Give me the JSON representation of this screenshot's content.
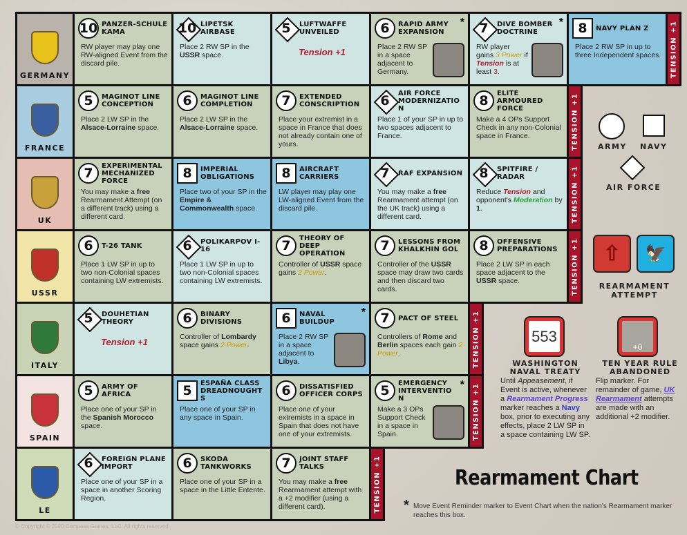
{
  "tension_label": "Tension +1",
  "rows": [
    {
      "country": "GERMANY",
      "bg": "#b9b3ab",
      "emblem": "#e8c21a",
      "cards": [
        {
          "num": "10",
          "shape": "circle",
          "type": "army",
          "title": "Panzer-schule Kama",
          "body": [
            {
              "t": "RW player may play one RW-aligned Event from the discard pile."
            }
          ]
        },
        {
          "num": "10",
          "shape": "diamond",
          "type": "air",
          "title": "Lipetsk Airbase",
          "body": [
            {
              "t": "Place 2 RW SP in the "
            },
            {
              "t": "USSR",
              "s": "b"
            },
            {
              "t": " space."
            }
          ]
        },
        {
          "num": "5",
          "shape": "diamond",
          "type": "air",
          "title": "Luftwaffe Unveiled",
          "center": true,
          "body": [
            {
              "t": "Tension +1",
              "s": "t"
            }
          ]
        },
        {
          "num": "6",
          "shape": "circle",
          "type": "army",
          "title": "Rapid Army Expansion",
          "star": "*",
          "img": true,
          "body": [
            {
              "t": "Place 2 RW SP in a space adjacent to Germany."
            }
          ]
        },
        {
          "num": "7",
          "shape": "diamond",
          "type": "air",
          "title": "Dive Bomber Doctrine",
          "star": "*",
          "img": true,
          "body": [
            {
              "t": "RW player gains "
            },
            {
              "t": "3 Power",
              "s": "p"
            },
            {
              "t": " if "
            },
            {
              "t": "Tension",
              "s": "t"
            },
            {
              "t": " is at least "
            },
            {
              "t": "3",
              "s": "r"
            },
            {
              "t": "."
            }
          ]
        },
        {
          "num": "8",
          "shape": "square",
          "type": "navy",
          "title": "Navy Plan Z",
          "body": [
            {
              "t": "Place 2 RW SP in up to three Independent spaces."
            }
          ]
        }
      ]
    },
    {
      "country": "FRANCE",
      "bg": "#a9cde0",
      "emblem": "#3a5fa0",
      "cards": [
        {
          "num": "5",
          "shape": "circle",
          "type": "army",
          "title": "Maginot Line Conception",
          "body": [
            {
              "t": "Place 2 LW SP in the "
            },
            {
              "t": "Alsace-Lorraine",
              "s": "b"
            },
            {
              "t": " space."
            }
          ]
        },
        {
          "num": "6",
          "shape": "circle",
          "type": "army",
          "title": "Maginot Line Completion",
          "body": [
            {
              "t": "Place 2 LW SP in the "
            },
            {
              "t": "Alsace-Lorraine",
              "s": "b"
            },
            {
              "t": " space."
            }
          ]
        },
        {
          "num": "7",
          "shape": "circle",
          "type": "army",
          "title": "Extended Conscription",
          "body": [
            {
              "t": "Place your extremist in a space in France that does not already contain one of yours."
            }
          ]
        },
        {
          "num": "6",
          "shape": "diamond",
          "type": "air",
          "title": "Air Force Modernization",
          "body": [
            {
              "t": "Place 1 of your SP in up to two spaces adjacent to France."
            }
          ]
        },
        {
          "num": "8",
          "shape": "circle",
          "type": "army",
          "title": "Elite Armoured Force",
          "body": [
            {
              "t": "Make a 4 OPs Support Check in any non-Colonial space in France."
            }
          ]
        }
      ]
    },
    {
      "country": "UK",
      "bg": "#e6bdb3",
      "emblem": "#c9a13a",
      "cards": [
        {
          "num": "7",
          "shape": "circle",
          "type": "army",
          "title": "Experimental Mechanized Force",
          "body": [
            {
              "t": "You may make a "
            },
            {
              "t": "free",
              "s": "b"
            },
            {
              "t": " Rearmament Attempt (on a different track) using a different card."
            }
          ]
        },
        {
          "num": "8",
          "shape": "square",
          "type": "navy",
          "title": "Imperial Obligations",
          "body": [
            {
              "t": "Place two of your SP in the "
            },
            {
              "t": "Empire & Commonwealth",
              "s": "b"
            },
            {
              "t": " space."
            }
          ]
        },
        {
          "num": "8",
          "shape": "square",
          "type": "navy",
          "title": "Aircraft Carriers",
          "body": [
            {
              "t": "LW player may play one LW-aligned Event from the discard pile."
            }
          ]
        },
        {
          "num": "7",
          "shape": "diamond",
          "type": "air",
          "title": "RAF Expansion",
          "body": [
            {
              "t": "You may make a "
            },
            {
              "t": "free",
              "s": "b"
            },
            {
              "t": " Rearmament attempt (on the UK track) using a different card."
            }
          ]
        },
        {
          "num": "8",
          "shape": "diamond",
          "type": "air",
          "title": "Spitfire / Radar",
          "body": [
            {
              "t": "Reduce "
            },
            {
              "t": "Tension",
              "s": "t"
            },
            {
              "t": " and opponent's "
            },
            {
              "t": "Moderation",
              "s": "m"
            },
            {
              "t": " by "
            },
            {
              "t": "1",
              "s": "b"
            },
            {
              "t": "."
            }
          ]
        }
      ]
    },
    {
      "country": "USSR",
      "bg": "#f0e5a6",
      "emblem": "#c0302a",
      "cards": [
        {
          "num": "6",
          "shape": "circle",
          "type": "army",
          "title": "T-26 Tank",
          "body": [
            {
              "t": "Place 1 LW SP in up to two non-Colonial spaces containing LW extremists."
            }
          ]
        },
        {
          "num": "6",
          "shape": "diamond",
          "type": "air",
          "title": "Polikarpov I-16",
          "body": [
            {
              "t": "Place 1 LW SP in up to two non-Colonial spaces containing LW extremists."
            }
          ]
        },
        {
          "num": "7",
          "shape": "circle",
          "type": "army",
          "title": "Theory of Deep Operation",
          "body": [
            {
              "t": "Controller of "
            },
            {
              "t": "USSR",
              "s": "b"
            },
            {
              "t": " space gains "
            },
            {
              "t": "2 Power",
              "s": "p"
            },
            {
              "t": "."
            }
          ]
        },
        {
          "num": "7",
          "shape": "circle",
          "type": "army",
          "title": "Lessons from Khalkhin Gol",
          "body": [
            {
              "t": "Controller of the "
            },
            {
              "t": "USSR",
              "s": "b"
            },
            {
              "t": " space may draw two cards and then discard two cards."
            }
          ]
        },
        {
          "num": "8",
          "shape": "circle",
          "type": "army",
          "title": "Offensive Preparations",
          "body": [
            {
              "t": "Place 2 LW SP in each space adjacent to the "
            },
            {
              "t": "USSR",
              "s": "b"
            },
            {
              "t": " space."
            }
          ]
        }
      ]
    },
    {
      "country": "ITALY",
      "bg": "#c9d3b5",
      "emblem": "#2f7a3a",
      "cards": [
        {
          "num": "5",
          "shape": "diamond",
          "type": "air",
          "title": "Douhetian Theory",
          "center": true,
          "body": [
            {
              "t": "Tension +1",
              "s": "t"
            }
          ]
        },
        {
          "num": "6",
          "shape": "circle",
          "type": "army",
          "title": "Binary Divisions",
          "body": [
            {
              "t": "Controller of "
            },
            {
              "t": "Lombardy",
              "s": "b"
            },
            {
              "t": " space gains "
            },
            {
              "t": "2 Power",
              "s": "p"
            },
            {
              "t": "."
            }
          ]
        },
        {
          "num": "6",
          "shape": "square",
          "type": "navy",
          "title": "Naval Buildup",
          "star": "*",
          "img": true,
          "body": [
            {
              "t": "Place 2 RW SP in a space adjacent to "
            },
            {
              "t": "Libya",
              "s": "b"
            },
            {
              "t": "."
            }
          ]
        },
        {
          "num": "7",
          "shape": "circle",
          "type": "army",
          "title": "Pact of Steel",
          "body": [
            {
              "t": "Controllers of "
            },
            {
              "t": "Rome",
              "s": "b"
            },
            {
              "t": " and "
            },
            {
              "t": "Berlin",
              "s": "b"
            },
            {
              "t": " spaces each gain "
            },
            {
              "t": "2 Power",
              "s": "p"
            },
            {
              "t": "."
            }
          ]
        }
      ]
    },
    {
      "country": "SPAIN",
      "bg": "#f2e3e1",
      "emblem": "#c8323a",
      "cards": [
        {
          "num": "5",
          "shape": "circle",
          "type": "army",
          "title": "Army of Africa",
          "body": [
            {
              "t": "Place one of your SP in the "
            },
            {
              "t": "Spanish Morocco",
              "s": "b"
            },
            {
              "t": " space."
            }
          ]
        },
        {
          "num": "5",
          "shape": "square",
          "type": "navy",
          "title": "España Class Dreadnoughts",
          "body": [
            {
              "t": "Place one of your SP in any space in Spain."
            }
          ]
        },
        {
          "num": "6",
          "shape": "circle",
          "type": "army",
          "title": "Dissatisfied Officer Corps",
          "body": [
            {
              "t": "Place one of your extremists in a space in Spain that does not have one of your extremists."
            }
          ]
        },
        {
          "num": "5",
          "shape": "circle",
          "type": "army",
          "title": "Emergency Intervention",
          "star": "*",
          "img": true,
          "body": [
            {
              "t": "Make a 3 OPs Support Check in a space in Spain."
            }
          ]
        }
      ]
    },
    {
      "country": "LE",
      "bg": "#cfdcb8",
      "emblem": "#2a5aa8",
      "cards": [
        {
          "num": "6",
          "shape": "diamond",
          "type": "air",
          "title": "Foreign Plane Import",
          "body": [
            {
              "t": "Place one of your SP in a space in another Scoring Region."
            }
          ]
        },
        {
          "num": "6",
          "shape": "circle",
          "type": "army",
          "title": "Skoda Tankworks",
          "body": [
            {
              "t": "Place one of your SP in a space in the Little Entente."
            }
          ]
        },
        {
          "num": "7",
          "shape": "circle",
          "type": "army",
          "title": "Joint Staff Talks",
          "body": [
            {
              "t": "You may make a "
            },
            {
              "t": "free",
              "s": "b"
            },
            {
              "t": " Rearmament attempt with a +2 modifier (using a different card)."
            }
          ]
        }
      ]
    }
  ],
  "legend": {
    "army": "Army",
    "navy": "Navy",
    "air": "Air Force",
    "attempt": "Rearmament Attempt"
  },
  "washington": {
    "title": "Washington Naval Treaty",
    "marker": "553",
    "t1": "Until ",
    "t2": "Appeasement",
    "t3": ", if Event is active, whenever a ",
    "t4": "Rearmament Progress",
    "t5": " marker reaches a ",
    "t6": "Navy",
    "t7": " box, prior to executing any effects, place 2 LW SP in a space containing LW SP."
  },
  "tenyear": {
    "title": "Ten Year Rule Abandoned",
    "marker": "+0",
    "t1": "Flip marker. For remainder of game, ",
    "t2": "UK Rearmament",
    "t3": " attempts are made with an additional +2 modifier."
  },
  "chart_title": "Rearmament Chart",
  "footnote_star": "*",
  "footnote": "Move Event Reminder marker to Event Chart when the nation's Rearmament marker reaches this box.",
  "copyright": "© Copyright © 2020 Compass Games, LLC. All rights reserved"
}
